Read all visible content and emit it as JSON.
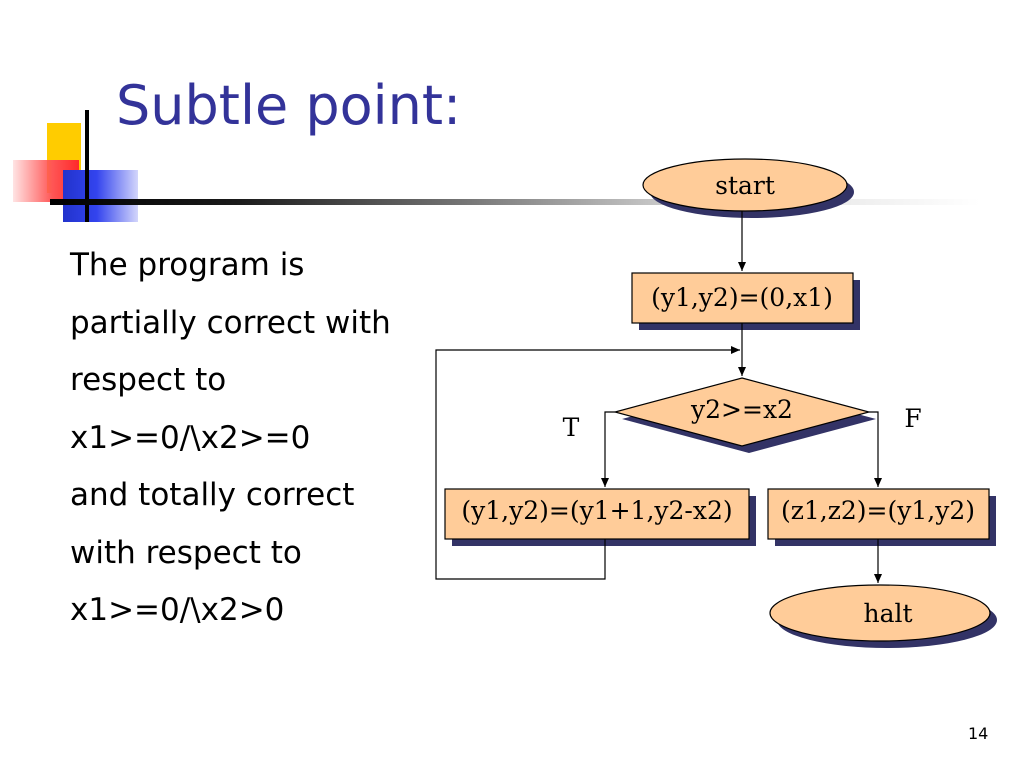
{
  "slide": {
    "title": "Subtle point:",
    "body_lines": [
      "The program is",
      "partially correct with",
      "respect to",
      "x1>=0/\\x2>=0",
      "and totally correct",
      "with respect to",
      "x1>=0/\\x2>0"
    ],
    "page_number": "14"
  },
  "flowchart": {
    "start": "start",
    "init": "(y1,y2)=(0,x1)",
    "condition": "y2>=x2",
    "true_label": "T",
    "false_label": "F",
    "true_branch": "(y1,y2)=(y1+1,y2-x2)",
    "false_branch": "(z1,z2)=(y1,y2)",
    "halt": "halt"
  },
  "colors": {
    "title": "#333399",
    "node_fill": "#ffcc99",
    "shadow": "#333366",
    "deco_yellow": "#ffcc00",
    "deco_red": "#ff3333",
    "deco_blue": "#2233cc"
  }
}
